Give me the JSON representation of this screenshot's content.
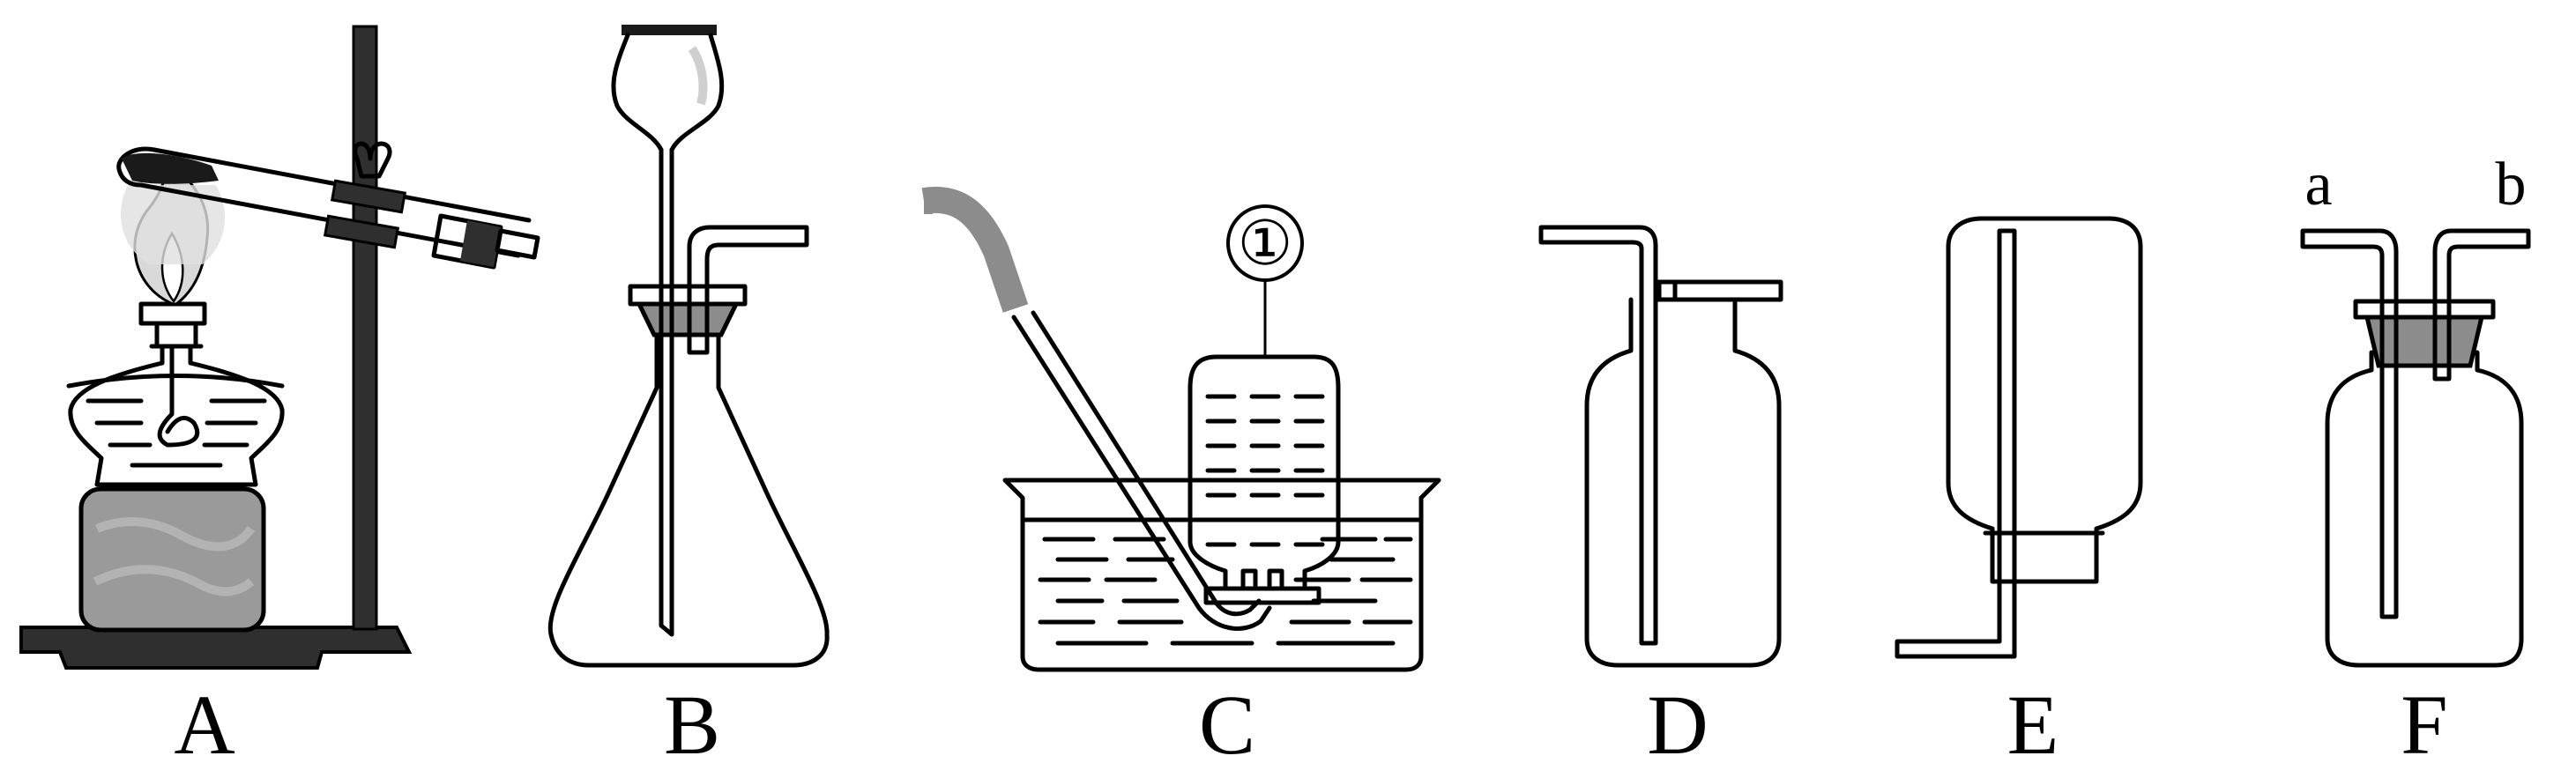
{
  "figure": {
    "apparatus": [
      {
        "key": "A",
        "label": "A"
      },
      {
        "key": "B",
        "label": "B"
      },
      {
        "key": "C",
        "label": "C",
        "marker": "①"
      },
      {
        "key": "D",
        "label": "D"
      },
      {
        "key": "E",
        "label": "E"
      },
      {
        "key": "F",
        "label": "F",
        "port_left": "a",
        "port_right": "b"
      }
    ],
    "colors": {
      "line": "#000000",
      "gray": "#8c8c8c",
      "dark": "#2f2f2f",
      "stone": "#9a9a9a"
    }
  }
}
